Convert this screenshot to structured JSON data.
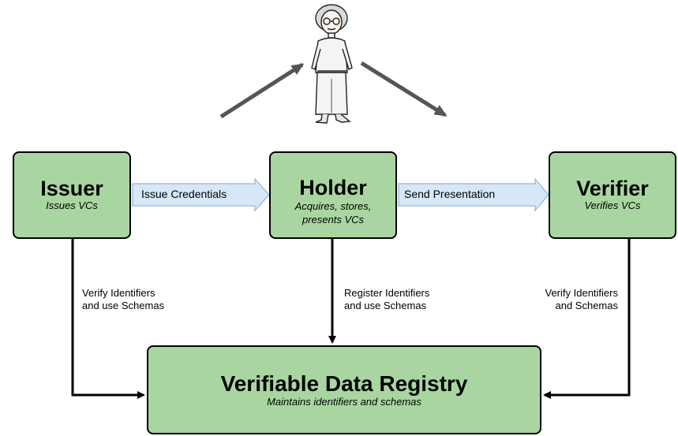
{
  "nodes": {
    "issuer": {
      "title": "Issuer",
      "subtitle": "Issues VCs"
    },
    "holder": {
      "title": "Holder",
      "subtitle_line1": "Acquires, stores,",
      "subtitle_line2": "presents VCs"
    },
    "verifier": {
      "title": "Verifier",
      "subtitle": "Verifies VCs"
    },
    "registry": {
      "title": "Verifiable Data Registry",
      "subtitle": "Maintains identifiers and schemas"
    }
  },
  "edges": {
    "issuer_to_holder": "Issue Credentials",
    "holder_to_verifier": "Send Presentation",
    "issuer_to_registry": {
      "line1": "Verify Identifiers",
      "line2": "and use Schemas"
    },
    "holder_to_registry": {
      "line1": "Register Identifiers",
      "line2": "and use Schemas"
    },
    "verifier_to_registry": {
      "line1": "Verify Identifiers",
      "line2": "and Schemas"
    }
  },
  "colors": {
    "box_fill": "#a9d6a0",
    "flow_arrow_fill": "#d6e8f7",
    "flow_arrow_stroke": "#8fb6d8",
    "person_arrow": "#555555"
  },
  "icons": {
    "person": "woman-figure-icon"
  }
}
